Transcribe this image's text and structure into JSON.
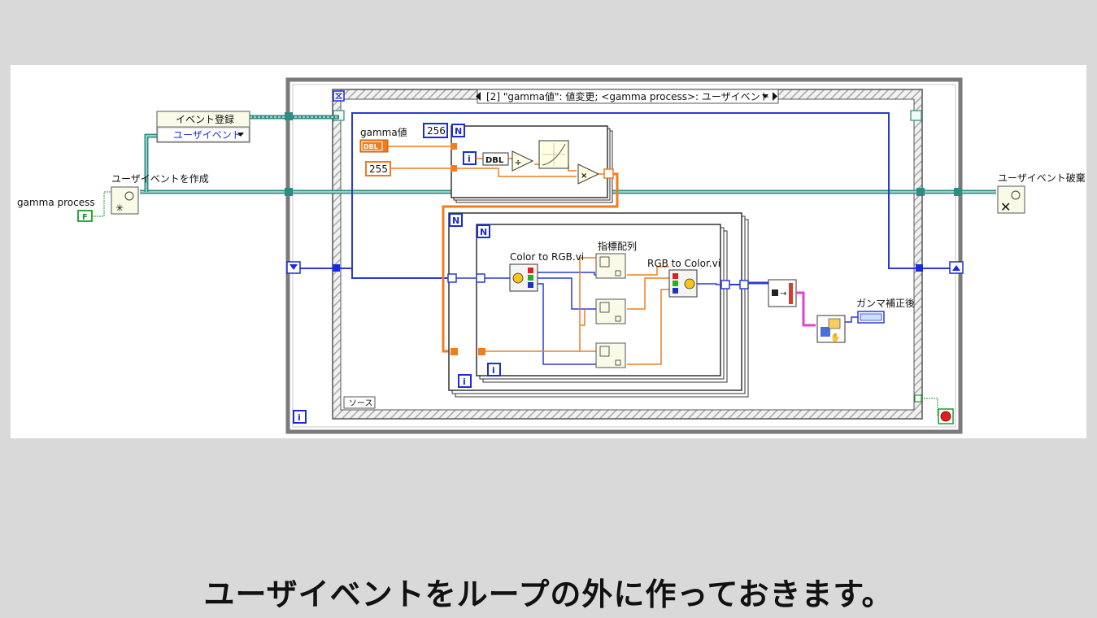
{
  "diagram": {
    "gamma_process_label": "gamma process",
    "gamma_process_const": "F",
    "create_event_label": "ユーザイベントを作成",
    "register_node_title": "イベント登録",
    "register_node_item": "ユーザイベント",
    "destroy_event_label": "ユーザイベント破棄",
    "case_selector": "[2] \"gamma値\": 値変更;  <gamma process>: ユーザイベント",
    "gamma_value_label": "gamma値",
    "dbl_terminal": "DBL",
    "const_256": "256",
    "const_255": "255",
    "dbl_convert": "DBL",
    "n_label": "N",
    "i_label": "i",
    "divide_symbol": "÷",
    "multiply_symbol": "×",
    "color_to_rgb_label": "Color to RGB.vi",
    "index_array_label": "指標配列",
    "rgb_to_color_label": "RGB to Color.vi",
    "output_label": "ガンマ補正後",
    "source_label": "ソース"
  },
  "caption": "ユーザイベントをループの外に作っておきます。",
  "colors": {
    "wire_event": "#2e8c82",
    "wire_blue": "#2a3bd3",
    "wire_orange": "#ef7d1e",
    "wire_pink": "#dd44cc",
    "frame_gray": "#7a7a7a"
  }
}
